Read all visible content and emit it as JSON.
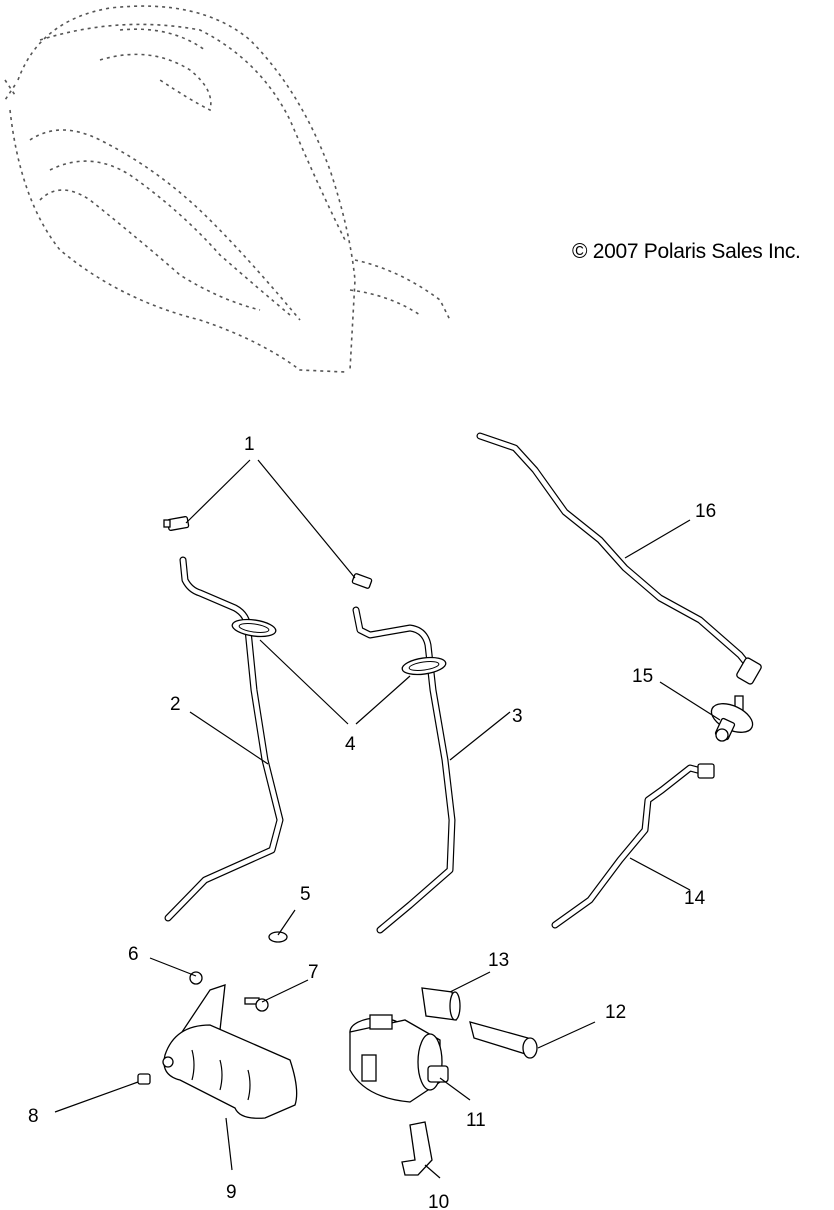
{
  "copyright": "© 2007 Polaris Sales Inc.",
  "callouts": [
    "1",
    "2",
    "3",
    "4",
    "5",
    "6",
    "7",
    "8",
    "9",
    "10",
    "11",
    "12",
    "13",
    "14",
    "15",
    "16"
  ]
}
